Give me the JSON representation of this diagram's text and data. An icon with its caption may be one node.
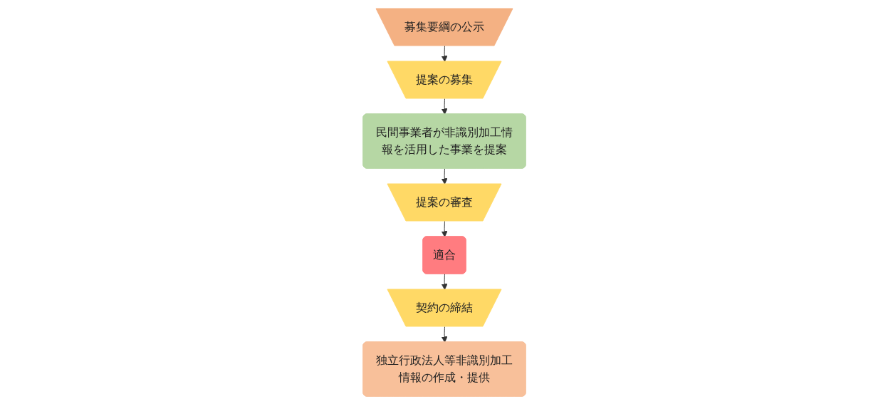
{
  "diagram": {
    "nodes": [
      {
        "text": [
          "募集要綱の公示"
        ]
      },
      {
        "text": [
          "提案の募集"
        ]
      },
      {
        "text": [
          "民間事業者が非識別加工情報を活用した事業を提案"
        ]
      },
      {
        "text": [
          "提案の審査"
        ]
      },
      {
        "text": [
          "適合"
        ]
      },
      {
        "text": [
          "契約の締結"
        ]
      },
      {
        "text": [
          "独立行政法人等非識別加工情報の作成・提供"
        ]
      }
    ],
    "edges": [
      {
        "from": 0,
        "to": 1,
        "arrow": "to"
      },
      {
        "from": 1,
        "to": 2,
        "arrow": "to"
      },
      {
        "from": 2,
        "to": 3,
        "arrow": "to"
      },
      {
        "from": 3,
        "to": 4,
        "arrow": "to"
      },
      {
        "from": 4,
        "to": 5,
        "arrow": "to"
      },
      {
        "from": 5,
        "to": 6,
        "arrow": "to"
      }
    ]
  }
}
